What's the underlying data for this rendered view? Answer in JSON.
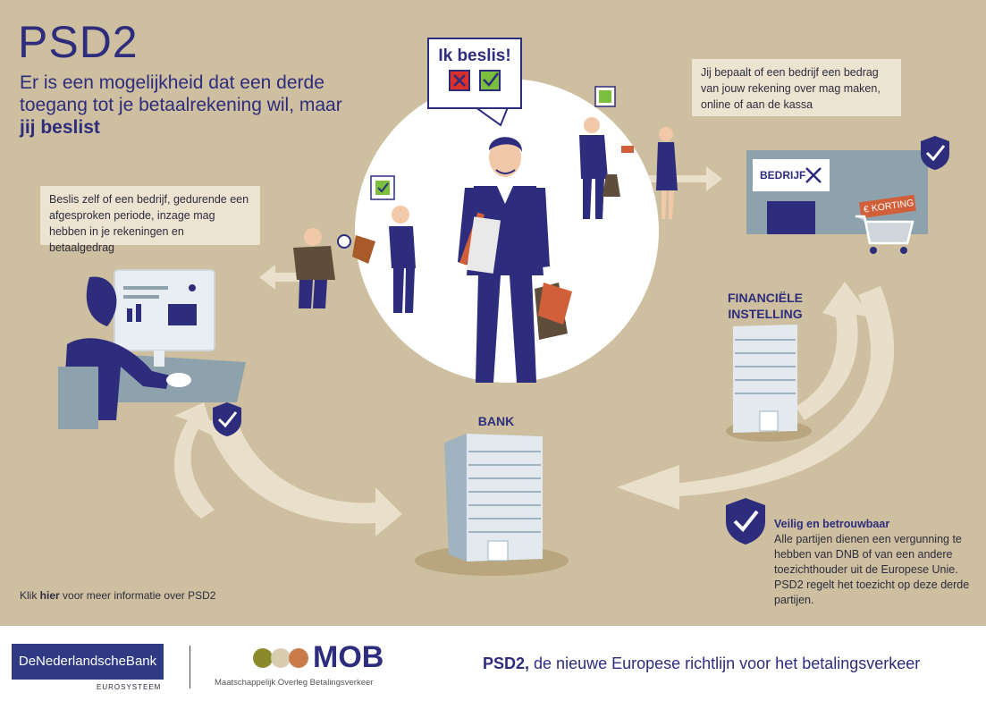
{
  "header": {
    "title": "PSD2",
    "subtitle_pre": "Er is een mogelijkheid dat een derde toegang tot je betaalrekening wil, maar ",
    "subtitle_bold": "jij beslist"
  },
  "speech_bubble": {
    "text": "Ik beslis!"
  },
  "notes": {
    "left": "Beslis zelf of een bedrijf, gedurende een afgesproken periode, inzage mag hebben in je rekeningen en betaalgedrag",
    "right": "Jij bepaalt of een bedrijf een bedrag van jouw rekening over mag maken, online of aan de kassa"
  },
  "labels": {
    "bedrijf": "BEDRIJF",
    "korting": "KORTING",
    "financiele_instelling": "FINANCIËLE INSTELLING",
    "bank": "BANK"
  },
  "veilig": {
    "heading": "Veilig en betrouwbaar",
    "body": "Alle partijen dienen een vergunning te hebben van DNB of van een andere toezichthouder uit de Europese Unie. PSD2 regelt het toezicht op deze derde partijen."
  },
  "more_info": {
    "pre": "Klik ",
    "link": "hier",
    "post": " voor meer informatie over PSD2"
  },
  "footer": {
    "dnb_logo": "DeNederlandscheBank",
    "dnb_sub": "EUROSYSTEEM",
    "mob_logo": "MOB",
    "mob_sub": "Maatschappelijk Overleg Betalingsverkeer",
    "tagline_bold": "PSD2,",
    "tagline_rest": " de nieuwe Europese richtlijn voor het betalingsverkeer"
  },
  "colors": {
    "background": "#cdbf9f",
    "navy": "#2e2c7d",
    "note": "#ece3d0",
    "check": "#7bbf3f",
    "cross": "#d9302c"
  }
}
